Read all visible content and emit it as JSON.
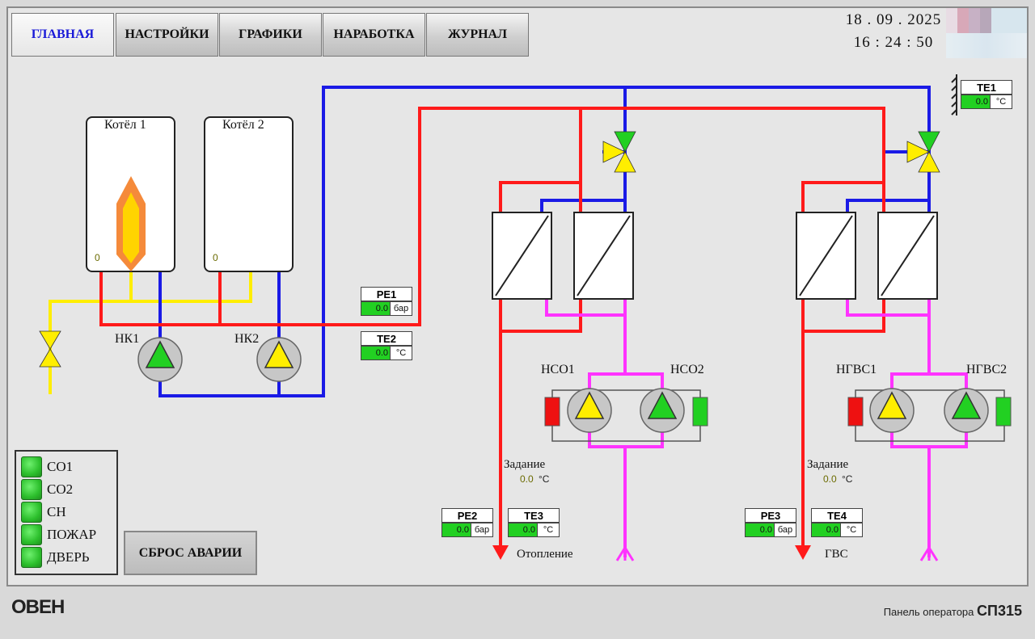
{
  "tabs": [
    {
      "label": "ГЛАВНАЯ",
      "active": true
    },
    {
      "label": "НАСТРОЙКИ"
    },
    {
      "label": "ГРАФИКИ"
    },
    {
      "label": "НАРАБОТКА"
    },
    {
      "label": "ЖУРНАЛ"
    }
  ],
  "clock": {
    "date": "18 . 09 . 2025",
    "time": "16 : 24 : 50"
  },
  "boilers": [
    {
      "name": "Котёл 1",
      "value": "0",
      "flame": true
    },
    {
      "name": "Котёл 2",
      "value": "0",
      "flame": false
    }
  ],
  "pumps": {
    "nk1": "НК1",
    "nk2": "НК2",
    "nso1": "НСО1",
    "nso2": "НСО2",
    "ngvs1": "НГВС1",
    "ngvs2": "НГВС2"
  },
  "sensors": {
    "te1": {
      "label": "TE1",
      "value": "0.0",
      "unit": "°С"
    },
    "pe1": {
      "label": "PE1",
      "value": "0.0",
      "unit": "бар"
    },
    "te2": {
      "label": "TE2",
      "value": "0.0",
      "unit": "°С"
    },
    "pe2": {
      "label": "PE2",
      "value": "0.0",
      "unit": "бар"
    },
    "te3": {
      "label": "TE3",
      "value": "0.0",
      "unit": "°С"
    },
    "pe3": {
      "label": "PE3",
      "value": "0.0",
      "unit": "бар"
    },
    "te4": {
      "label": "TE4",
      "value": "0.0",
      "unit": "°С"
    }
  },
  "heating": {
    "setpoint_label": "Задание",
    "setpoint_value": "0.0",
    "setpoint_unit": "°С",
    "outlet": "Отопление"
  },
  "dhw": {
    "setpoint_label": "Задание",
    "setpoint_value": "0.0",
    "setpoint_unit": "°С",
    "outlet": "ГВС"
  },
  "alarms": [
    "СО1",
    "СО2",
    "СН",
    "ПОЖАР",
    "ДВЕРЬ"
  ],
  "reset_label": "СБРОС АВАРИИ",
  "footer": {
    "logo": "ОВЕН",
    "panel_prefix": "Панель оператора",
    "panel_model": "СП315"
  },
  "colors": {
    "supply": "#ff1a1a",
    "return": "#1a1ae6",
    "circuit": "#ff33ff",
    "gas": "#ffee00",
    "status_ok": "#22d022",
    "status_alarm": "#ee1111"
  }
}
